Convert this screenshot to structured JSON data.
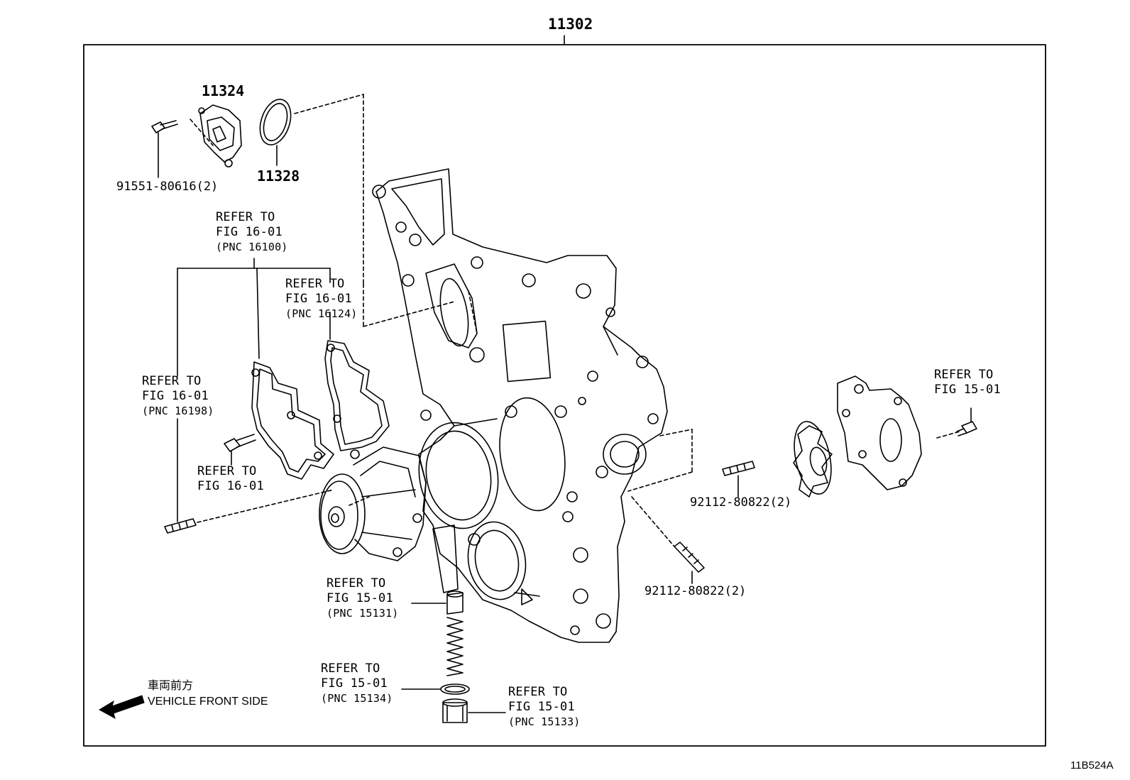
{
  "assembly_number": "11302",
  "figure_code": "11B524A",
  "parts": {
    "p11324": "11324",
    "p11328": "11328",
    "bolt_91551": "91551-80616(2)",
    "stud_right": "92112-80822(2)",
    "stud_lower": "92112-80822(2)"
  },
  "refs": {
    "r16100": {
      "line1": "REFER TO",
      "line2": "FIG 16-01",
      "line3": "(PNC 16100)"
    },
    "r16124": {
      "line1": "REFER TO",
      "line2": "FIG 16-01",
      "line3": "(PNC 16124)"
    },
    "r16198": {
      "line1": "REFER TO",
      "line2": "FIG 16-01",
      "line3": "(PNC 16198)"
    },
    "r16_bolt": {
      "line1": "REFER TO",
      "line2": "FIG 16-01"
    },
    "r15_top": {
      "line1": "REFER TO",
      "line2": "FIG 15-01"
    },
    "r15131": {
      "line1": "REFER TO",
      "line2": "FIG 15-01",
      "line3": "(PNC 15131)"
    },
    "r15134": {
      "line1": "REFER TO",
      "line2": "FIG 15-01",
      "line3": "(PNC 15134)"
    },
    "r15133": {
      "line1": "REFER TO",
      "line2": "FIG 15-01",
      "line3": "(PNC 15133)"
    }
  },
  "vehicle_front": {
    "jp": "車両前方",
    "en": "VEHICLE FRONT SIDE"
  }
}
